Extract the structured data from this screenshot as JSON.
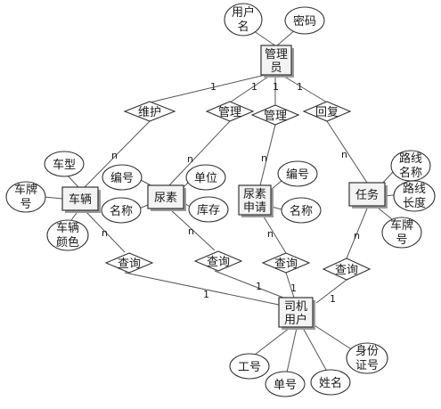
{
  "entities": {
    "admin": [
      "管理",
      "员"
    ],
    "vehicle": [
      "车辆"
    ],
    "urea": [
      "尿素"
    ],
    "apply": [
      "尿素",
      "申请"
    ],
    "task": [
      "任务"
    ],
    "driver": [
      "司机",
      "用户"
    ]
  },
  "relationships": {
    "maintain": "维护",
    "manage1": "管理",
    "manage2": "管理",
    "reply": "回复",
    "query1": "查询",
    "query2": "查询",
    "query3": "查询",
    "query4": "查询"
  },
  "attributes": {
    "username": [
      "用户",
      "名"
    ],
    "password": [
      "密码"
    ],
    "car_type": [
      "车型"
    ],
    "plate1": [
      "车牌",
      "号"
    ],
    "car_color": [
      "车辆",
      "颜色"
    ],
    "urea_no": [
      "编号"
    ],
    "urea_name": [
      "名称"
    ],
    "urea_unit": [
      "单位"
    ],
    "urea_stock": [
      "库存"
    ],
    "apply_no": [
      "编号"
    ],
    "apply_name": [
      "名称"
    ],
    "route_name": [
      "路线",
      "名称"
    ],
    "route_len": [
      "路线",
      "长度"
    ],
    "plate2": [
      "车牌",
      "号"
    ],
    "job_no": [
      "工号"
    ],
    "order_no": [
      "单号"
    ],
    "real_name": [
      "姓名"
    ],
    "id_no": [
      "身份",
      "证号"
    ]
  },
  "cardinality": {
    "one": "1",
    "n": "n"
  }
}
